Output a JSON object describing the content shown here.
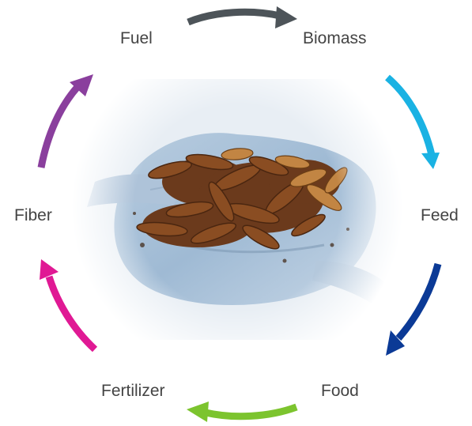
{
  "cycle": {
    "labels": {
      "fuel": "Fuel",
      "biomass": "Biomass",
      "feed": "Feed",
      "food": "Food",
      "fertilizer": "Fertilizer",
      "fiber": "Fiber"
    },
    "arrow_colors": {
      "fuel_to_biomass": "#4d5459",
      "biomass_to_feed": "#1ab2e3",
      "feed_to_food": "#0b3a96",
      "food_to_fertilizer": "#7cc42e",
      "fertilizer_to_fiber": "#e01994",
      "fiber_to_fuel": "#8a3f9d"
    },
    "center_image": "larvae-on-gloved-hand"
  }
}
